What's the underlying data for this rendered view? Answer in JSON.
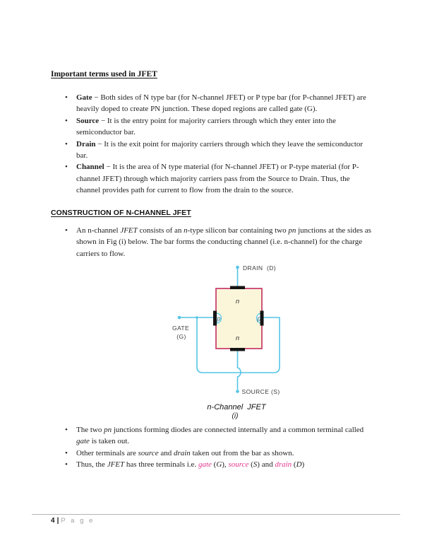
{
  "heading1": "Important terms used in JFET",
  "heading2": "CONSTRUCTION OF N-CHANNEL JFET",
  "terms_bullets": [
    [
      {
        "t": "Gate",
        "c": "b"
      },
      {
        "t": " − Both sides of N type bar (for N-channel JFET) or P type bar (for P-channel JFET) are heavily doped to create PN junction. These doped regions are called gate (G)."
      }
    ],
    [
      {
        "t": "Source",
        "c": "b"
      },
      {
        "t": " − It is the entry point for majority carriers through which they enter into the semiconductor bar."
      }
    ],
    [
      {
        "t": "Drain",
        "c": "b"
      },
      {
        "t": " − It is the exit point for majority carriers through which they leave the semiconductor bar."
      }
    ],
    [
      {
        "t": "Channel",
        "c": "b"
      },
      {
        "t": " − It is the area of N type material (for N-channel JFET) or P-type material (for P-channel JFET) through which majority carriers pass from the Source to Drain. Thus, the channel provides path for current to flow from the drain to the source."
      }
    ]
  ],
  "construction_bullets": [
    [
      {
        "t": "An n-channel "
      },
      {
        "t": "JFET",
        "c": "i"
      },
      {
        "t": " consists of an "
      },
      {
        "t": "n",
        "c": "i"
      },
      {
        "t": "-type silicon bar containing two "
      },
      {
        "t": "pn",
        "c": "i"
      },
      {
        "t": " junctions at the sides as shown in Fig (i) below. The bar forms the conducting channel (i.e. n-channel) for the charge carriers to flow."
      }
    ]
  ],
  "post_bullets": [
    [
      {
        "t": "The two "
      },
      {
        "t": "pn",
        "c": "i"
      },
      {
        "t": " junctions forming diodes are connected internally and a common terminal called "
      },
      {
        "t": "gate",
        "c": "i"
      },
      {
        "t": " is taken out."
      }
    ],
    [
      {
        "t": "Other terminals are "
      },
      {
        "t": "source",
        "c": "i"
      },
      {
        "t": " and "
      },
      {
        "t": "drain",
        "c": "i"
      },
      {
        "t": " taken out from the bar as shown."
      }
    ],
    [
      {
        "t": "Thus, the "
      },
      {
        "t": "JFET",
        "c": "i"
      },
      {
        "t": " has three terminals i.e. "
      },
      {
        "t": "gate",
        "c": "i pink"
      },
      {
        "t": " ("
      },
      {
        "t": "G",
        "c": "i"
      },
      {
        "t": "), "
      },
      {
        "t": "source",
        "c": "i pink"
      },
      {
        "t": " ("
      },
      {
        "t": "S",
        "c": "i"
      },
      {
        "t": ") and "
      },
      {
        "t": "drain",
        "c": "i pink"
      },
      {
        "t": " ("
      },
      {
        "t": "D",
        "c": "i"
      },
      {
        "t": ")"
      }
    ]
  ],
  "diagram": {
    "drain_label": "DRAIN  (D)",
    "gate_label_line1": "GATE",
    "gate_label_line2": "(G)",
    "source_label": "SOURCE (S)",
    "region_top": "n",
    "region_bottom": "n",
    "p_left": "p",
    "p_right": "p",
    "caption": "n-Channel  JFET",
    "caption_fig": "(i)"
  },
  "colors": {
    "accent_pink_text": "#e2368f",
    "diagram_border": "#c9436f",
    "diagram_fill": "#fbf6da",
    "wire_cyan": "#54c4e6",
    "contact_black": "#141414"
  },
  "footer": {
    "page_number": "4",
    "separator": "|",
    "page_word": "P a g e"
  }
}
